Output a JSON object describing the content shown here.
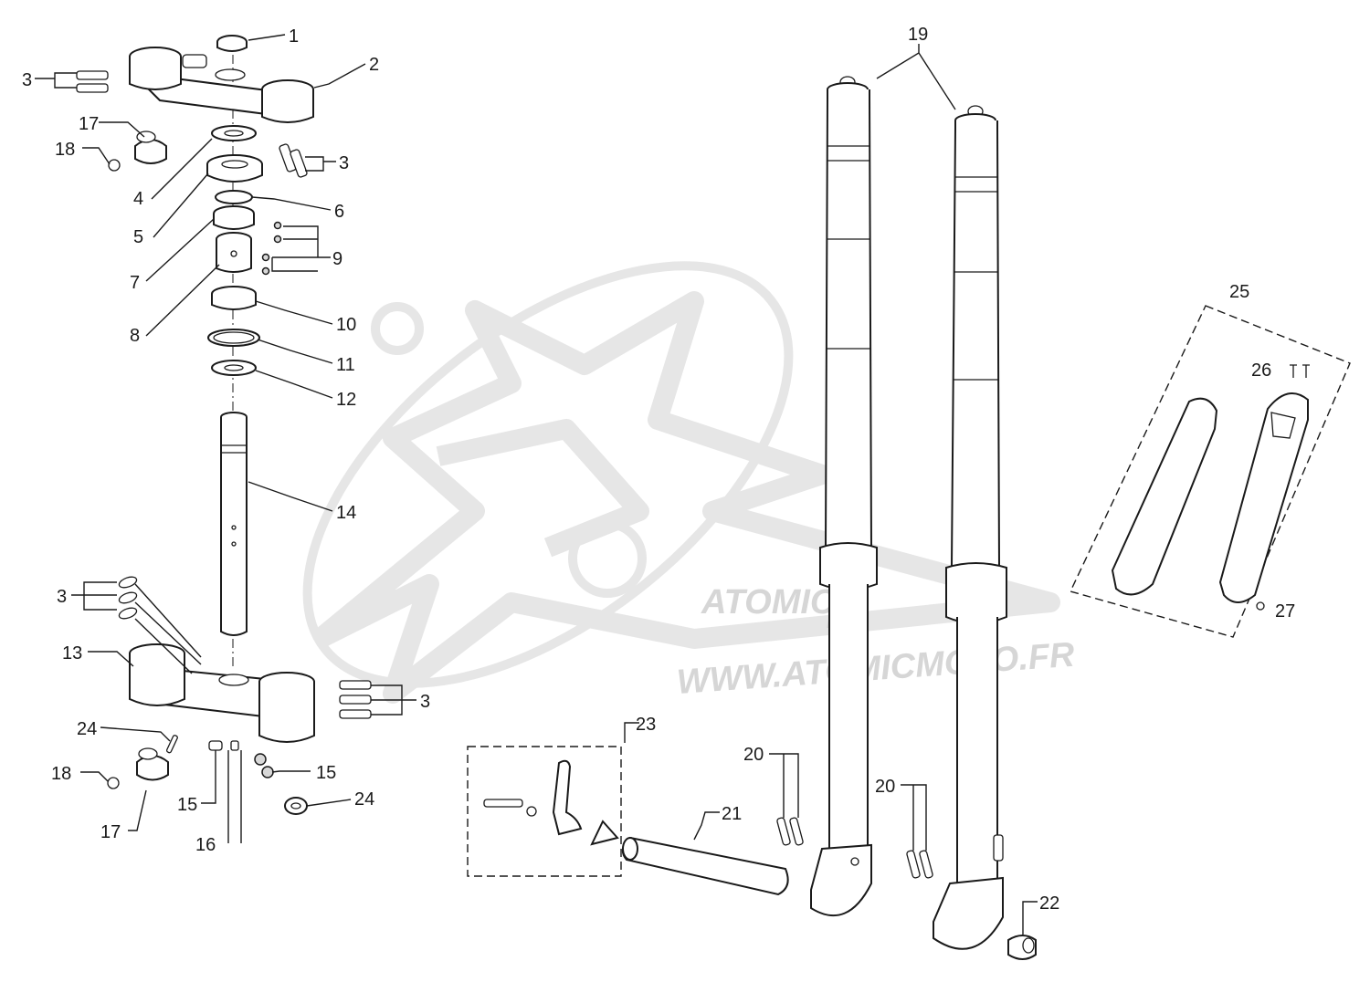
{
  "watermark": {
    "brand": "ATOMIC",
    "sub": "moto",
    "url": "WWW.ATOMICMOTO.FR"
  },
  "callouts": [
    "1",
    "2",
    "3",
    "3",
    "3",
    "3",
    "4",
    "5",
    "6",
    "7",
    "8",
    "9",
    "10",
    "11",
    "12",
    "13",
    "14",
    "15",
    "15",
    "16",
    "17",
    "17",
    "18",
    "18",
    "19",
    "20",
    "20",
    "21",
    "22",
    "23",
    "24",
    "24",
    "25",
    "26",
    "27"
  ]
}
